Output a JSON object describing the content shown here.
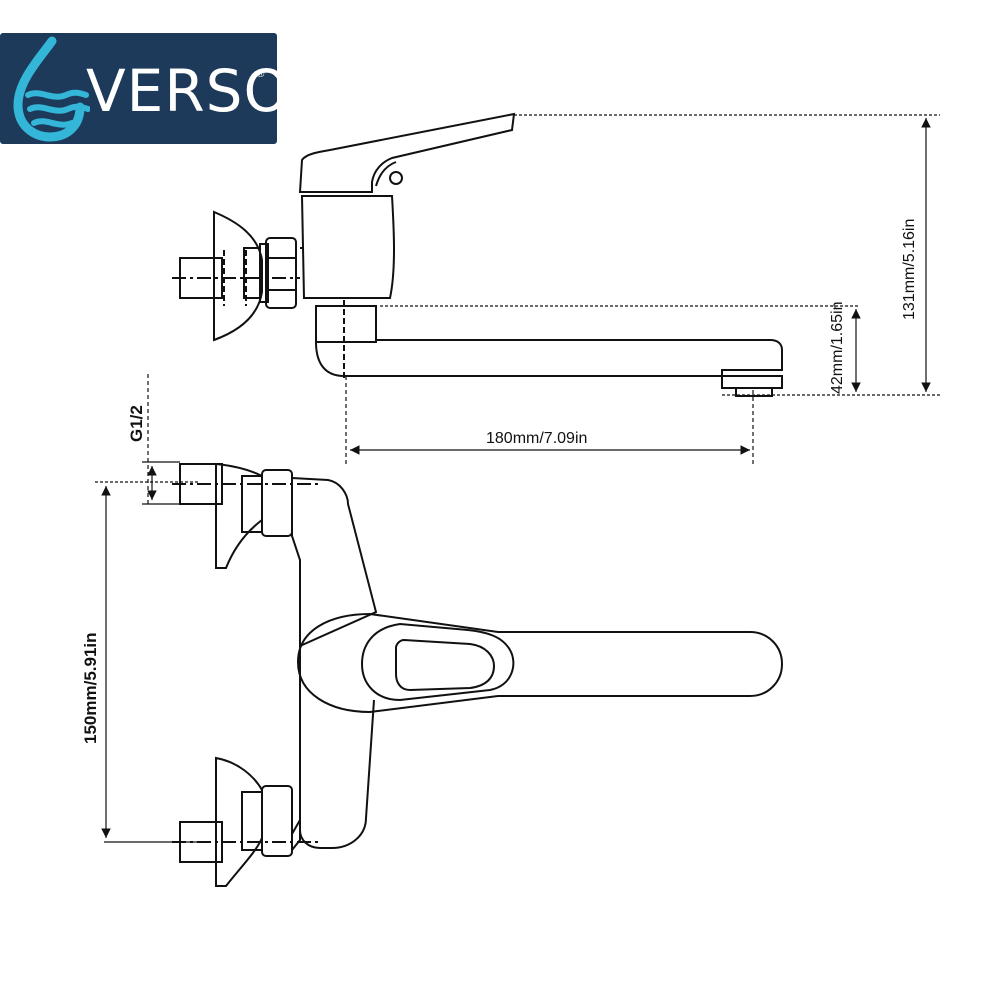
{
  "brand": {
    "name": "VERSO",
    "registered_mark": "®"
  },
  "dimensions": {
    "total_height": "131mm/5.16in",
    "spout_height": "42mm/1.65in",
    "spout_reach": "180mm/7.09in",
    "thread": "G1/2",
    "inlet_spacing": "150mm/5.91in"
  },
  "colors": {
    "logo_background": "#1d3a5a",
    "logo_drop": "#33b6d8",
    "line": "#111111"
  }
}
